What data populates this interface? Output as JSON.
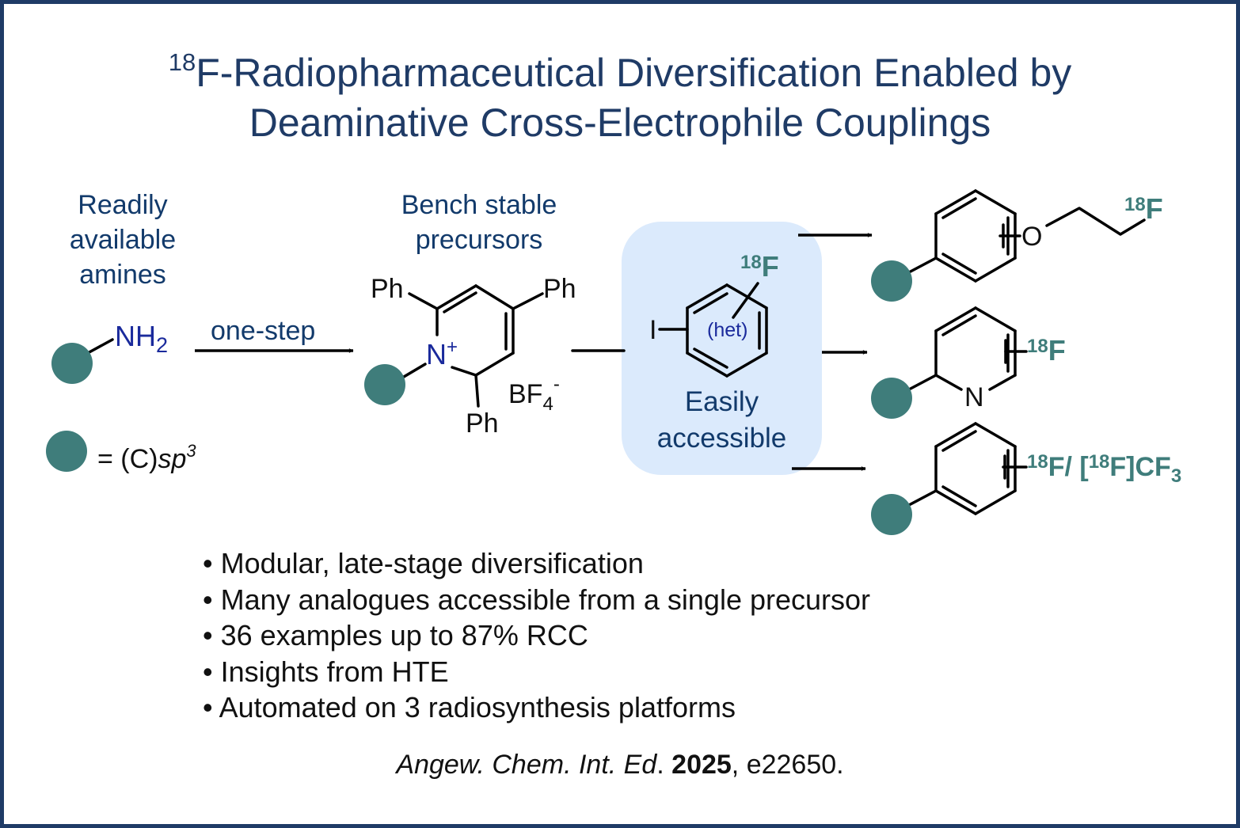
{
  "title": {
    "line1_sup": "18",
    "line1_rest": "F-Radiopharmaceutical Diversification Enabled by",
    "line2": "Deaminative Cross-Electrophile Couplings"
  },
  "amines": {
    "label": [
      "Readily",
      "available",
      "amines"
    ],
    "group": "NH",
    "group_sub": "2",
    "arrow_label": "one-step"
  },
  "legend": {
    "prefix": "= (C)",
    "italic": "sp",
    "sup": "3"
  },
  "precursors": {
    "label": [
      "Bench stable",
      "precursors"
    ],
    "ph": "Ph",
    "n_plus": "N",
    "plus": "+",
    "counterion": "BF",
    "counterion_sub": "4",
    "counterion_sup": "-"
  },
  "reagent": {
    "iodo": "I",
    "het": "(het)",
    "f_sup": "18",
    "f": "F",
    "label": [
      "Easily",
      "accessible"
    ],
    "box_color": "#dbeafc"
  },
  "products": [
    {
      "atom": "O",
      "f_sup": "18",
      "f": "F"
    },
    {
      "atom": "N",
      "f_sup": "18",
      "f": "F"
    },
    {
      "f_sup": "18",
      "f": "F/ [",
      "f2_sup": "18",
      "f2": "F]CF",
      "f2_sub": "3"
    }
  ],
  "bullets": [
    "• Modular, late-stage diversification",
    "• Many analogues accessible from a single precursor",
    "• 36 examples up to 87% RCC",
    "• Insights from HTE",
    "• Automated on 3 radiosynthesis platforms"
  ],
  "citation": {
    "journal": "Angew. Chem. Int. Ed",
    "dot": ".",
    "year": "2025",
    "rest": ", e22650."
  },
  "colors": {
    "navy": "#1f3b66",
    "teal": "#3f7d7b",
    "label": "#123a6b",
    "nh2": "#1a2a9c"
  }
}
